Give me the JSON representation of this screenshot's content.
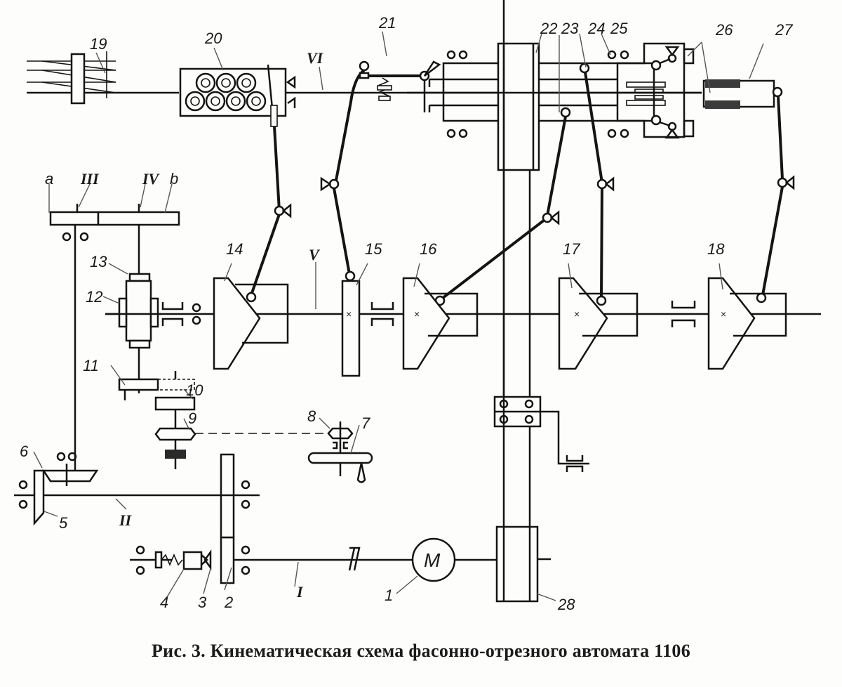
{
  "figure": {
    "caption": "Рис. 3. Кинематическая схема фасонно-отрезного автомата 1106",
    "motor_symbol": "M",
    "shaft_labels": {
      "I": "I",
      "II": "II",
      "III": "III",
      "IV": "IV",
      "V": "V",
      "VI": "VI"
    },
    "gear_letters": {
      "a": "a",
      "b": "b"
    },
    "part_labels": {
      "p1": "1",
      "p2": "2",
      "p3": "3",
      "p4": "4",
      "p5": "5",
      "p6": "6",
      "p7": "7",
      "p8": "8",
      "p9": "9",
      "p10": "10",
      "p11": "11",
      "p12": "12",
      "p13": "13",
      "p14": "14",
      "p15": "15",
      "p16": "16",
      "p17": "17",
      "p18": "18",
      "p19": "19",
      "p20": "20",
      "p21": "21",
      "p22": "22",
      "p23": "23",
      "p24": "24",
      "p25": "25",
      "p26": "26",
      "p27": "27",
      "p28": "28"
    }
  }
}
